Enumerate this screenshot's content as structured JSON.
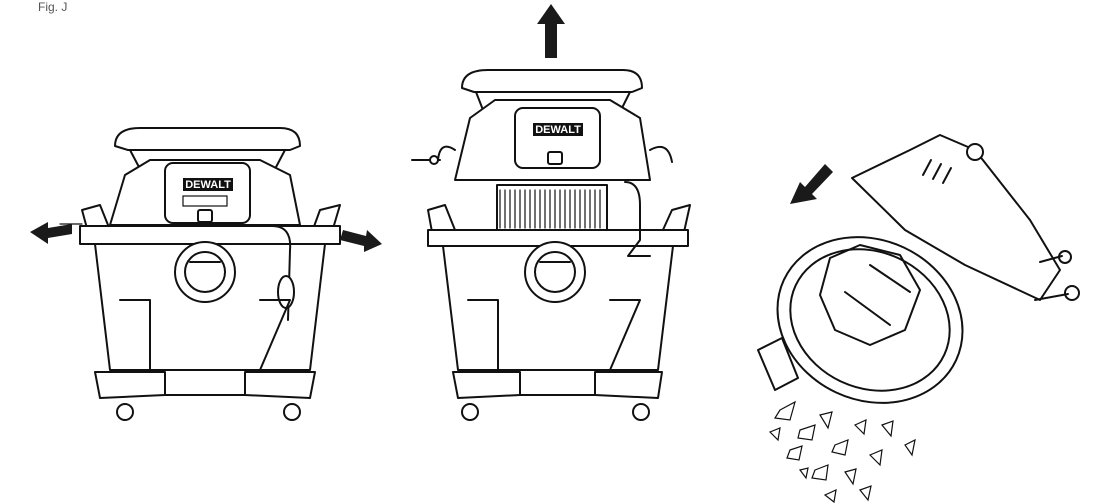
{
  "figure": {
    "label": "Fig. J",
    "brand": "DEWALT"
  },
  "views": [
    {
      "name": "vacuum-lid-unlatch-view",
      "arrows": [
        "left",
        "right"
      ]
    },
    {
      "name": "vacuum-lid-lift-view",
      "arrows": [
        "up"
      ]
    },
    {
      "name": "filter-emptying-view",
      "arrows": [
        "down-left"
      ]
    }
  ]
}
